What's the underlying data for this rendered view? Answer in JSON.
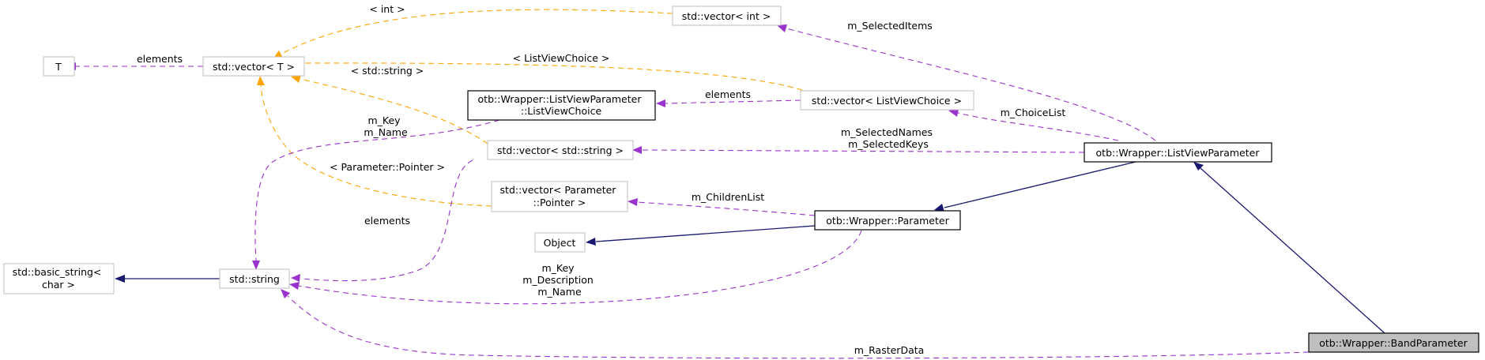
{
  "nodes": {
    "T": {
      "lines": [
        "T"
      ]
    },
    "vector_T": {
      "lines": [
        "std::vector< T >"
      ]
    },
    "vector_int": {
      "lines": [
        "std::vector< int >"
      ]
    },
    "listviewchoice": {
      "lines": [
        "otb::Wrapper::ListViewParameter",
        "::ListViewChoice"
      ]
    },
    "vector_lvc": {
      "lines": [
        "std::vector< ListViewChoice >"
      ]
    },
    "vector_string": {
      "lines": [
        "std::vector< std::string >"
      ]
    },
    "vector_param_ptr": {
      "lines": [
        "std::vector< Parameter",
        "::Pointer >"
      ]
    },
    "object": {
      "lines": [
        "Object"
      ]
    },
    "basic_string": {
      "lines": [
        "std::basic_string<",
        "char >"
      ]
    },
    "std_string": {
      "lines": [
        "std::string"
      ]
    },
    "parameter": {
      "lines": [
        "otb::Wrapper::Parameter"
      ]
    },
    "listviewparameter": {
      "lines": [
        "otb::Wrapper::ListViewParameter"
      ]
    },
    "bandparameter": {
      "lines": [
        "otb::Wrapper::BandParameter"
      ]
    }
  },
  "edges": {
    "int_label": [
      "< int >"
    ],
    "t_elements": [
      "elements"
    ],
    "selected_items": [
      "m_SelectedItems"
    ],
    "lvc_template": [
      "< ListViewChoice >"
    ],
    "string_template": [
      "< std::string >"
    ],
    "lvc_elements": [
      "elements"
    ],
    "key_name": [
      "m_Key",
      "m_Name"
    ],
    "choice_list": [
      "m_ChoiceList"
    ],
    "selected_names_keys": [
      "m_SelectedNames",
      "m_SelectedKeys"
    ],
    "param_ptr_template": [
      "< Parameter::Pointer >"
    ],
    "children_list": [
      "m_ChildrenList"
    ],
    "string_elements": [
      "elements"
    ],
    "key_desc_name": [
      "m_Key",
      "m_Description",
      "m_Name"
    ],
    "raster_data": [
      "m_RasterData"
    ]
  },
  "colors": {
    "usage_edge": "#9a32cd",
    "template_edge": "#ffa500",
    "inheritance_edge": "#191970",
    "current_node_fill": "#bfbfbf"
  }
}
